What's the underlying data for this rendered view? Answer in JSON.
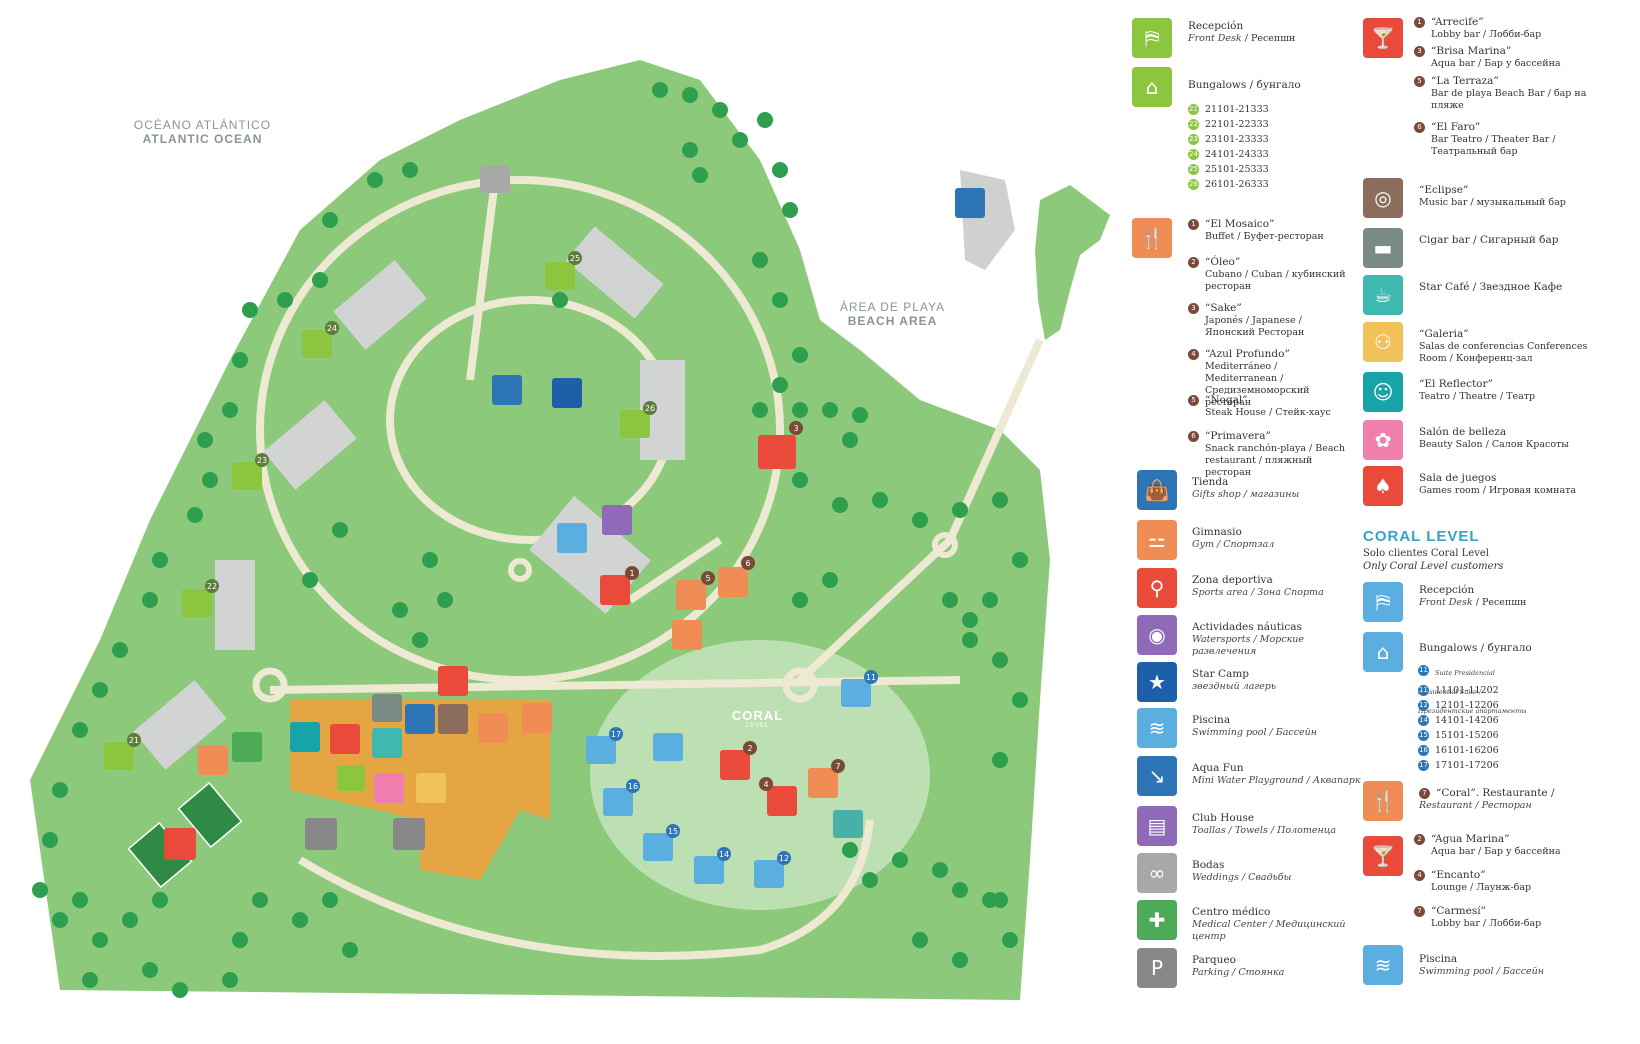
{
  "map": {
    "ocean_label_es": "OCÉANO ATLÁNTICO",
    "ocean_label_en": "ATLANTIC OCEAN",
    "beach_label_es": "ÁREA DE PLAYA",
    "beach_label_en": "BEACH AREA",
    "coral_brand": "CORAL",
    "coral_brand_sub": "LEVEL",
    "markers": [
      "21",
      "22",
      "23",
      "24",
      "25",
      "26",
      "1",
      "2",
      "3",
      "4",
      "5",
      "6",
      "7",
      "11",
      "12",
      "14",
      "15",
      "16",
      "17"
    ],
    "colors": {
      "grass": "#8cc97a",
      "path": "#e8e4cc",
      "building": "#d2d4d4",
      "main_building": "#e5a543",
      "coral_area": "#c9e6c0",
      "tree": "#2e9f4f"
    }
  },
  "legend_left": {
    "reception": {
      "title": "Recepción",
      "sub_it": "Front Desk",
      "sub_ru": "Ресепшн",
      "icon": "reception-icon",
      "color": "#8cc63f"
    },
    "bungalows": {
      "title": "Bungalows / бунгало",
      "icon": "house-icon",
      "color": "#8cc63f",
      "ranges": [
        {
          "n": "21",
          "r": "21101-21333"
        },
        {
          "n": "22",
          "r": "22101-22333"
        },
        {
          "n": "23",
          "r": "23101-23333"
        },
        {
          "n": "24",
          "r": "24101-24333"
        },
        {
          "n": "25",
          "r": "25101-25333"
        },
        {
          "n": "26",
          "r": "26101-26333"
        }
      ]
    },
    "restaurants": {
      "icon": "fork-knife-icon",
      "color": "#f08d54",
      "items": [
        {
          "n": "1",
          "name": "“El Mosaico”",
          "desc": "Buffet / Буфет-ресторан"
        },
        {
          "n": "2",
          "name": "“Óleo”",
          "desc": "Cubano / Cuban / кубинский ресторан"
        },
        {
          "n": "3",
          "name": "“Sake”",
          "desc": "Japonés / Japanese / Японский Ресторан"
        },
        {
          "n": "4",
          "name": "“Azul Profundo”",
          "desc": "Mediterráneo / Mediterranean / Средиземноморский ресторан"
        },
        {
          "n": "5",
          "name": "“Nogal”",
          "desc": "Steak House / Стейк-хаус"
        },
        {
          "n": "6",
          "name": "“Primavera”",
          "desc": "Snack ranchón-playa / Beach restaurant / пляжный ресторан"
        }
      ]
    },
    "services": [
      {
        "title": "Tienda",
        "sub": "Gifts shop / магазины",
        "icon": "shopping-bag-icon",
        "color": "#2e75b6"
      },
      {
        "title": "Gimnasio",
        "sub": "Gym / Спортзал",
        "icon": "dumbbell-icon",
        "color": "#f08d54"
      },
      {
        "title": "Zona deportiva",
        "sub": "Sports area / Зона Спорта",
        "icon": "tennis-racket-icon",
        "color": "#e94a3a"
      },
      {
        "title": "Actividades náuticas",
        "sub": "Watersports / Морские развлечения",
        "icon": "snorkel-icon",
        "color": "#8e6ab8"
      },
      {
        "title": "Star Camp",
        "sub": "звездный лагерь",
        "icon": "star-camp-icon",
        "color": "#1d5fa8"
      },
      {
        "title": "Piscina",
        "sub": "Swimming pool / Бассейн",
        "icon": "pool-icon",
        "color": "#5aaee0"
      },
      {
        "title": "Aqua Fun",
        "sub": "Mini Water Playground / Аквапарк",
        "icon": "water-slide-icon",
        "color": "#2e75b6"
      },
      {
        "title": "Club House",
        "sub": "Toallas / Towels / Полотенца",
        "icon": "towels-icon",
        "color": "#8e6ab8"
      },
      {
        "title": "Bodas",
        "sub": "Weddings / Свадьбы",
        "icon": "rings-icon",
        "color": "#a8a8a8"
      },
      {
        "title": "Centro médico",
        "sub": "Medical Center / Медицинский центр",
        "icon": "medical-cross-icon",
        "color": "#4daa57"
      },
      {
        "title": "Parqueo",
        "sub": "Parking / Стоянка",
        "icon": "parking-icon",
        "color": "#888888"
      }
    ]
  },
  "legend_right": {
    "bars": {
      "icon": "cocktail-icon",
      "color": "#e94a3a",
      "items": [
        {
          "n": "1",
          "name": "“Arrecife”",
          "desc": "Lobby bar / Лобби-бар"
        },
        {
          "n": "3",
          "name": "“Brisa Marina”",
          "desc": "Aqua bar / Бар у бассейна"
        },
        {
          "n": "5",
          "name": "“La Terraza”",
          "desc": "Bar de playa Beach Bar / бар на пляже"
        },
        {
          "n": "6",
          "name": "“El Faro”",
          "desc": "Bar Teatro / Theater Bar / Театральный бар"
        }
      ]
    },
    "venues": [
      {
        "title": "“Eclipse”",
        "sub": "Music bar / музыкальный бар",
        "icon": "vinyl-icon",
        "color": "#8a6d5a"
      },
      {
        "title": "Cigar bar / Сигарный бар",
        "sub": "",
        "icon": "cigar-icon",
        "color": "#7a8a84"
      },
      {
        "title": "Star Café / Звездное Кафе",
        "sub": "",
        "icon": "star-cafe-icon",
        "color": "#3fb9b0"
      },
      {
        "title": "“Galeria”",
        "sub": "Salas de conferencias Conferences Room / Конференц-зал",
        "icon": "conference-icon",
        "color": "#f2c25a"
      },
      {
        "title": "“El Reflector”",
        "sub": "Teatro / Theatre / Театр",
        "icon": "theatre-masks-icon",
        "color": "#17a3a8"
      },
      {
        "title": "Salón de belleza",
        "sub": "Beauty Salon / Салон Красоты",
        "icon": "flower-icon",
        "color": "#f07fae"
      },
      {
        "title": "Sala de juegos",
        "sub": "Games room / Игровая комната",
        "icon": "games-icon",
        "color": "#e94a3a"
      }
    ],
    "coral_level": {
      "heading": "CORAL LEVEL",
      "sub1": "Solo clientes Coral Level",
      "sub2": "Only Coral Level customers",
      "reception": {
        "title": "Recepción",
        "sub_it": "Front Desk",
        "sub_ru": "Ресепшн",
        "icon": "reception-icon",
        "color": "#5aaee0"
      },
      "bungalows": {
        "title": "Bungalows / бунгало",
        "icon": "house-icon",
        "color": "#5aaee0",
        "suite": "Suite Presidencial Presidential Suite / Президентские апартаменты",
        "ranges": [
          {
            "n": "11",
            "r": "11101-11202"
          },
          {
            "n": "12",
            "r": "12101-12206"
          },
          {
            "n": "14",
            "r": "14101-14206"
          },
          {
            "n": "15",
            "r": "15101-15206"
          },
          {
            "n": "16",
            "r": "16101-16206"
          },
          {
            "n": "17",
            "r": "17101-17206"
          }
        ]
      },
      "restaurant": {
        "n": "7",
        "name": "“Coral”. Restaurante /",
        "desc": "Restaurant / Ресторан",
        "icon": "fork-knife-icon",
        "color": "#f08d54"
      },
      "bars": {
        "icon": "cocktail-icon",
        "color": "#e94a3a",
        "items": [
          {
            "n": "2",
            "name": "“Agua Marina”",
            "desc": "Aqua bar / Бар у бассейна"
          },
          {
            "n": "4",
            "name": "“Encanto”",
            "desc": "Lounge / Лаунж-бар"
          },
          {
            "n": "7",
            "name": "“Carmesí”",
            "desc": "Lobby bar / Лобби-бар"
          }
        ]
      },
      "pool": {
        "title": "Piscina",
        "sub": "Swimming pool / Бассейн",
        "icon": "pool-icon",
        "color": "#5aaee0"
      }
    }
  }
}
